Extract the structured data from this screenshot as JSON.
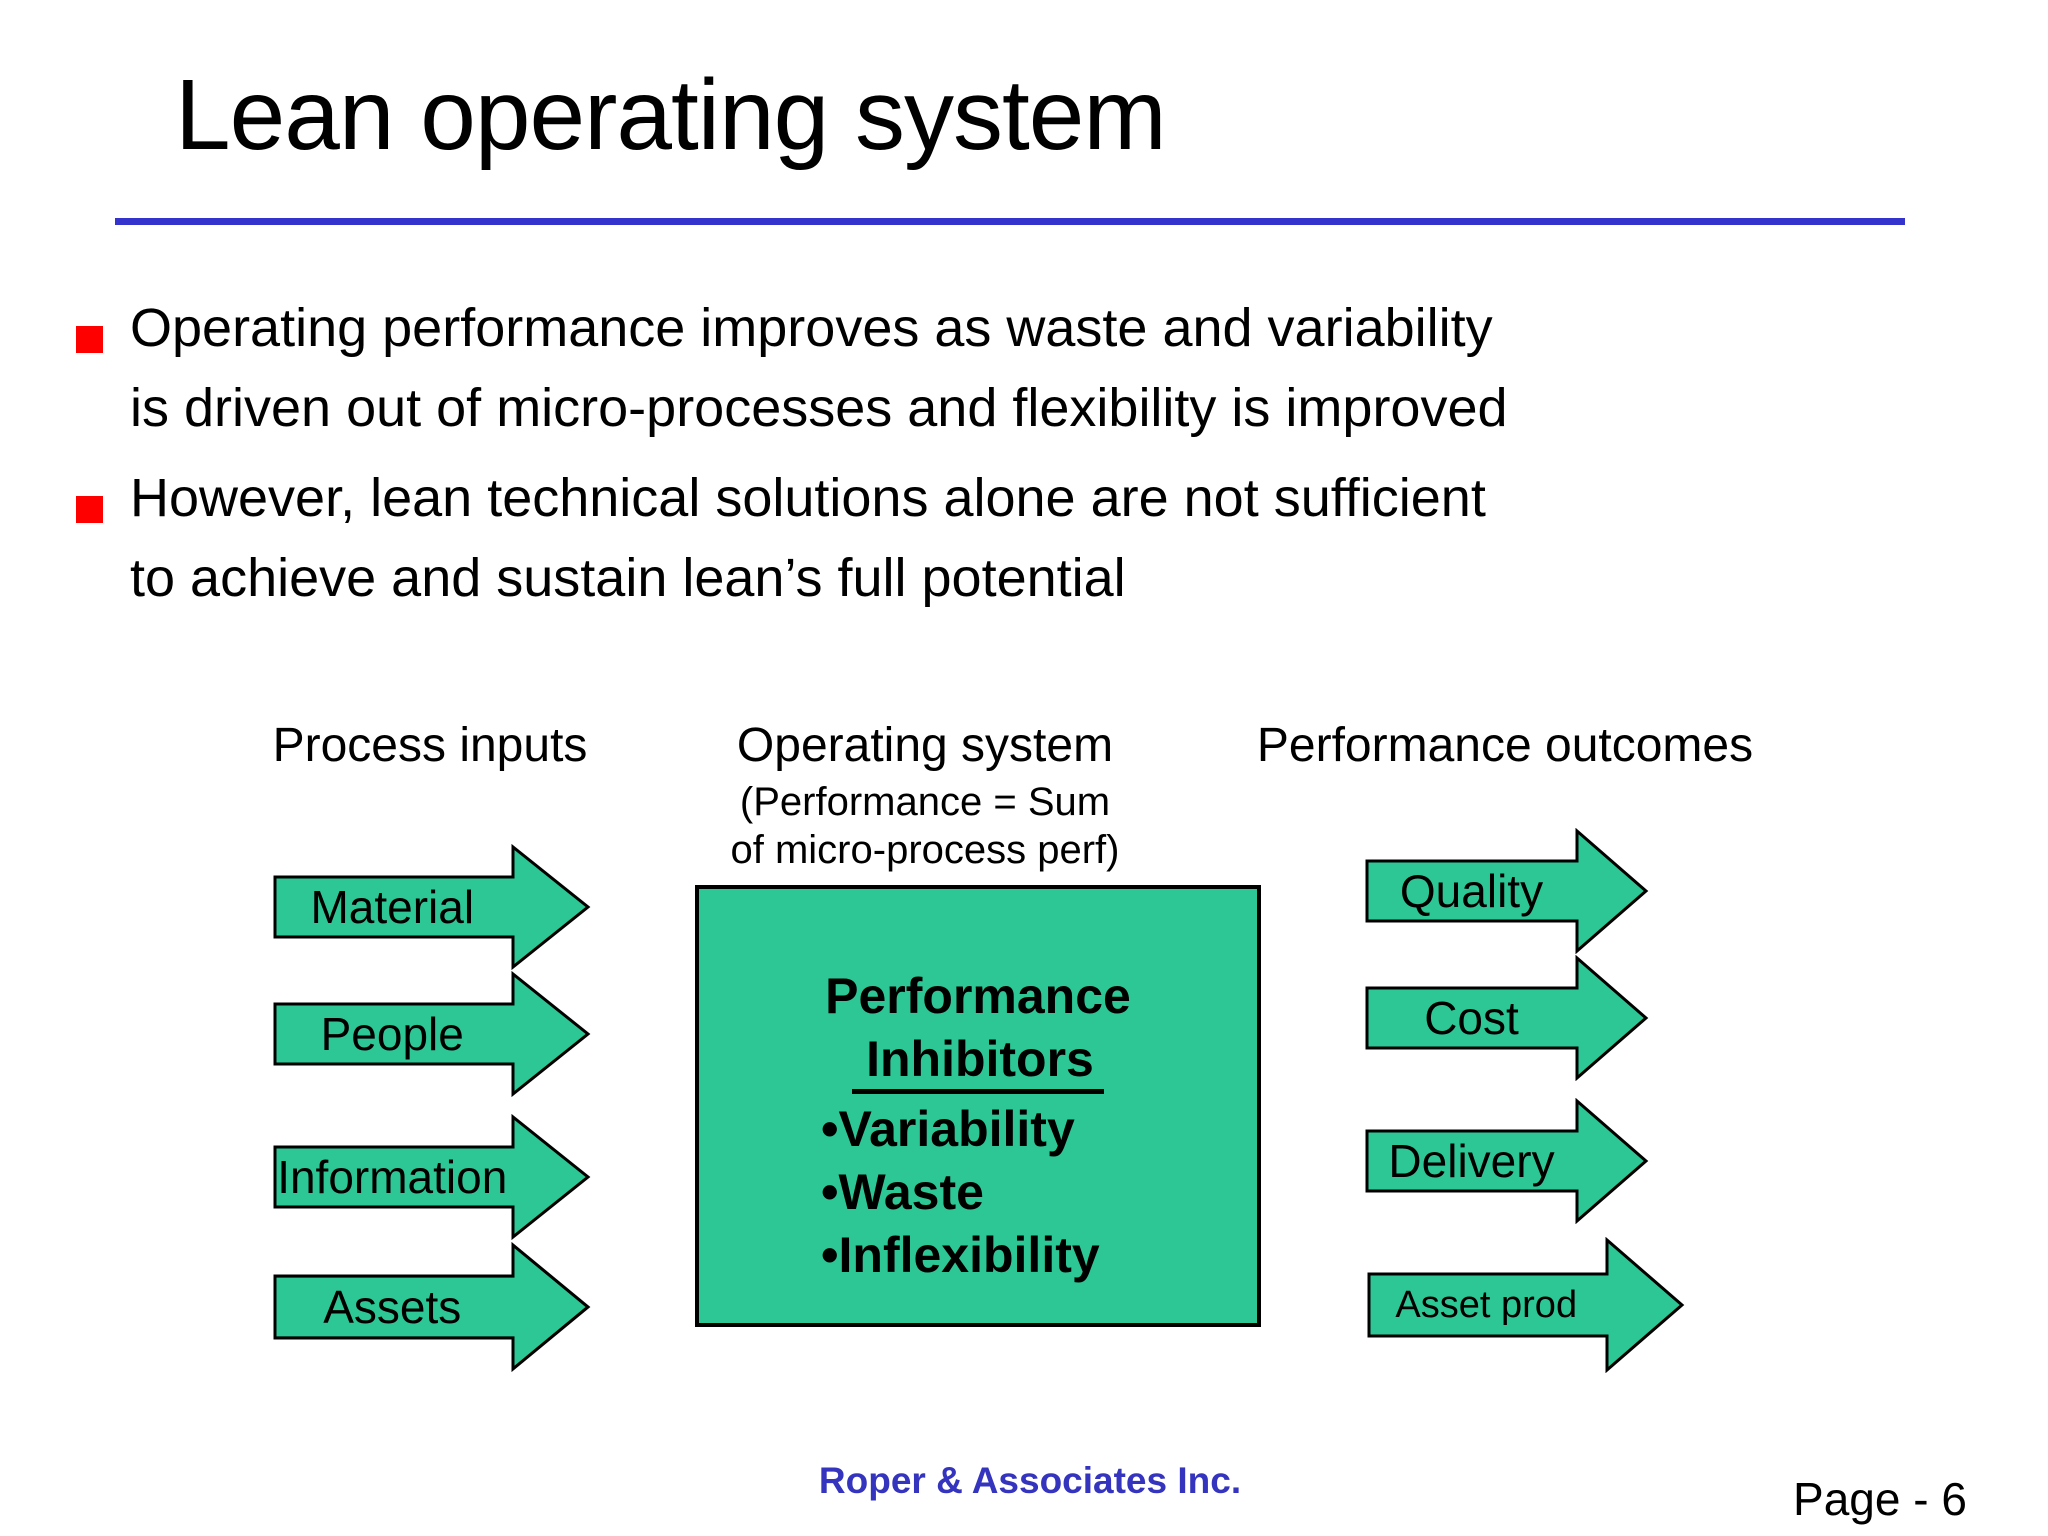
{
  "title": "Lean operating system",
  "bullets": [
    {
      "line1": "Operating performance improves as waste and variability",
      "line2": "is driven out of micro-processes and flexibility is improved"
    },
    {
      "line1": "However, lean technical solutions alone are not sufficient",
      "line2": "to achieve and sustain lean’s full potential"
    }
  ],
  "diagram": {
    "columns": {
      "inputs_header": "Process inputs",
      "system_header": "Operating system",
      "system_subtitle_line1": "(Performance = Sum",
      "system_subtitle_line2": "of micro-process perf)",
      "outcomes_header": "Performance outcomes"
    },
    "inputs": [
      "Material",
      "People",
      "Information",
      "Assets"
    ],
    "inhibitors_box": {
      "title_line1": "Performance",
      "title_line2": "Inhibitors",
      "bullet_char": "•",
      "items": [
        "Variability",
        "Waste",
        "Inflexibility"
      ]
    },
    "outcomes": [
      "Quality",
      "Cost",
      "Delivery",
      "Asset prod"
    ]
  },
  "footer": {
    "company": "Roper & Associates Inc.",
    "page": "Page - 6"
  },
  "colors": {
    "arrow_green": "#2DC796",
    "rule_blue": "#3434CC",
    "bullet_red": "#FF0000",
    "footer_blue": "#3434BE",
    "outline_black": "#000000"
  }
}
